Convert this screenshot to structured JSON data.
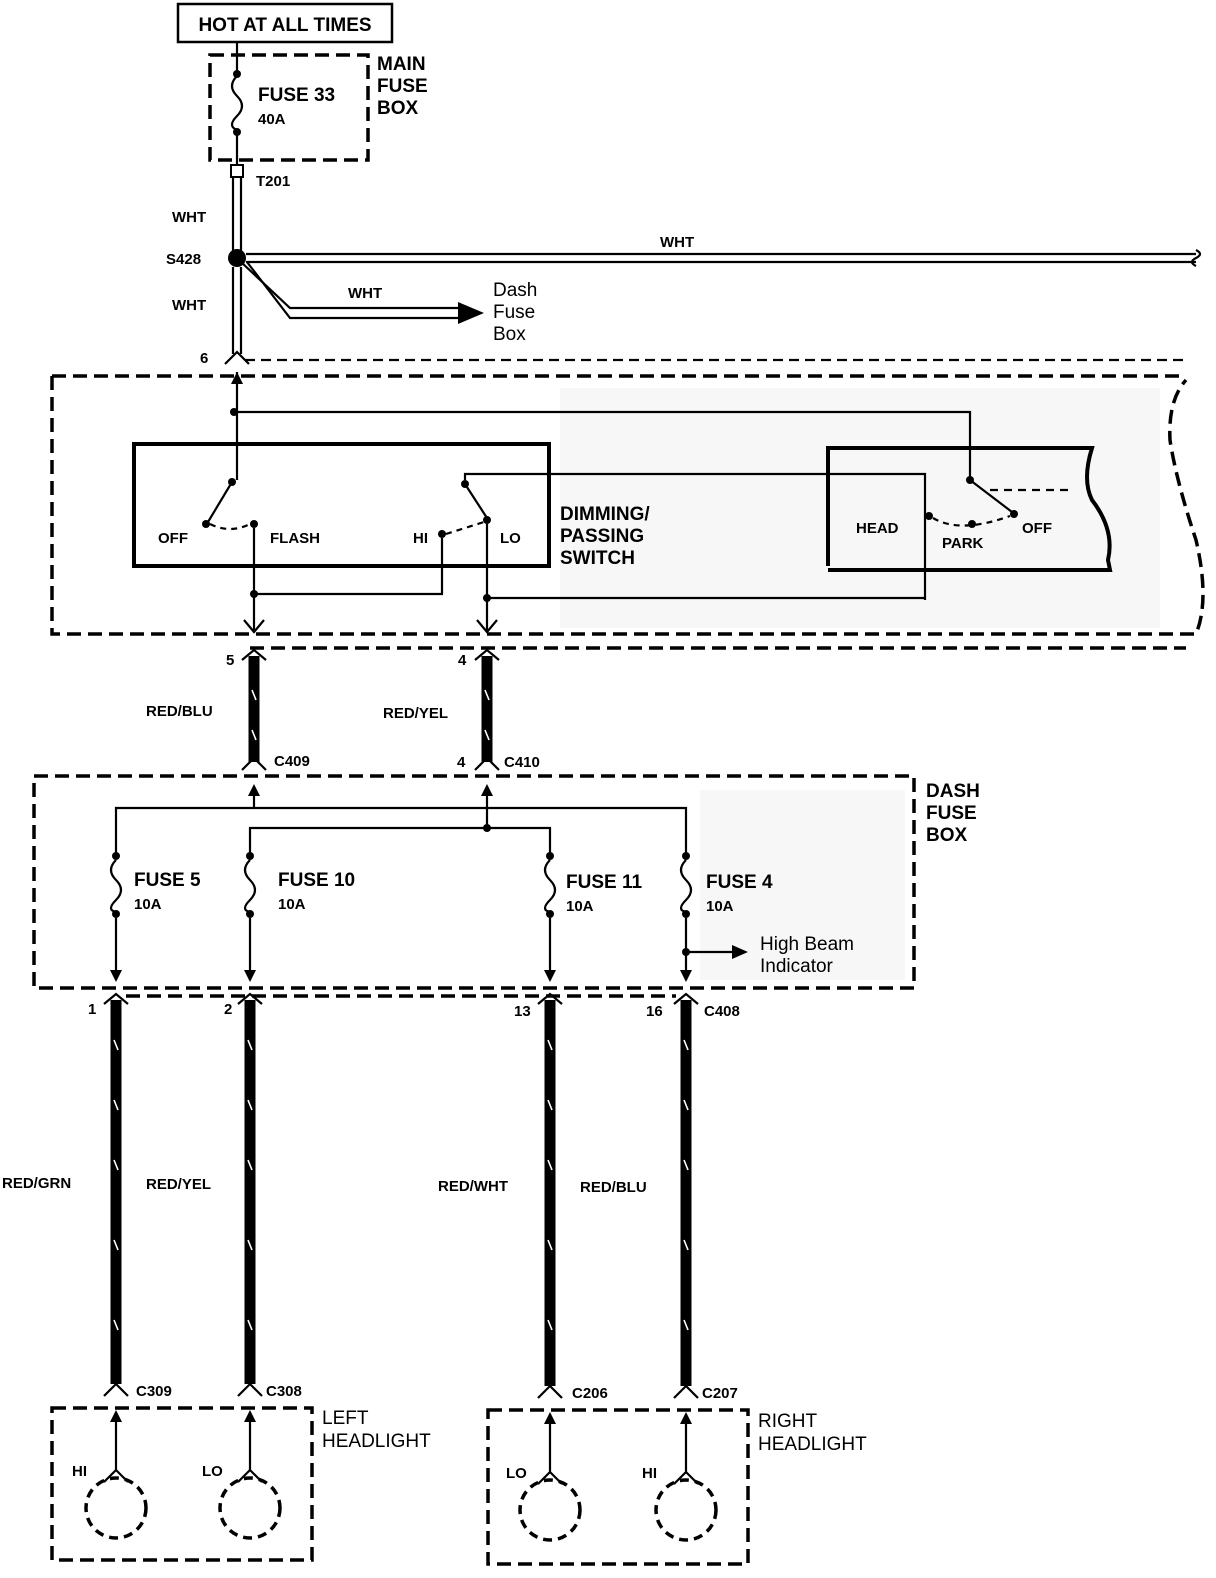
{
  "source": {
    "label": "HOT AT ALL TIMES"
  },
  "main_fuse_box": {
    "label_lines": [
      "MAIN",
      "FUSE",
      "BOX"
    ],
    "fuse": {
      "name": "FUSE 33",
      "rating": "40A"
    },
    "terminal": "T201"
  },
  "splice": {
    "id": "S428"
  },
  "wires": {
    "feed_upper": "WHT",
    "feed_right": "WHT",
    "feed_dash": "WHT",
    "feed_lower": "WHT",
    "c409": "RED/BLU",
    "c410": "RED/YEL",
    "lh_hi": "RED/GRN",
    "lh_lo": "RED/YEL",
    "rh_lo": "RED/WHT",
    "rh_hi": "RED/BLU"
  },
  "dash_arrow": {
    "label_lines": [
      "Dash",
      "Fuse",
      "Box"
    ]
  },
  "switch_assembly": {
    "pin_in": "6",
    "pin_5": "5",
    "pin_4": "4",
    "dimming_switch": {
      "label_lines": [
        "DIMMING/",
        "PASSING",
        "SWITCH"
      ],
      "positions": {
        "off": "OFF",
        "flash": "FLASH",
        "hi": "HI",
        "lo": "LO"
      }
    },
    "light_switch": {
      "positions": {
        "head": "HEAD",
        "park": "PARK",
        "off": "OFF"
      }
    }
  },
  "connectors": {
    "c409": "C409",
    "c410": "C410",
    "c410_pin": "4",
    "c408": "C408",
    "c309": "C309",
    "c308": "C308",
    "c206": "C206",
    "c207": "C207"
  },
  "dash_fuse_box": {
    "label_lines": [
      "DASH",
      "FUSE",
      "BOX"
    ],
    "fuses": [
      {
        "name": "FUSE 5",
        "rating": "10A"
      },
      {
        "name": "FUSE 10",
        "rating": "10A"
      },
      {
        "name": "FUSE 11",
        "rating": "10A"
      },
      {
        "name": "FUSE 4",
        "rating": "10A"
      }
    ],
    "pins": [
      "1",
      "2",
      "13",
      "16"
    ],
    "indicator_lines": [
      "High Beam",
      "Indicator"
    ]
  },
  "left_headlight": {
    "label_lines": [
      "LEFT",
      "HEADLIGHT"
    ],
    "hi": "HI",
    "lo": "LO"
  },
  "right_headlight": {
    "label_lines": [
      "RIGHT",
      "HEADLIGHT"
    ],
    "lo": "LO",
    "hi": "HI"
  }
}
